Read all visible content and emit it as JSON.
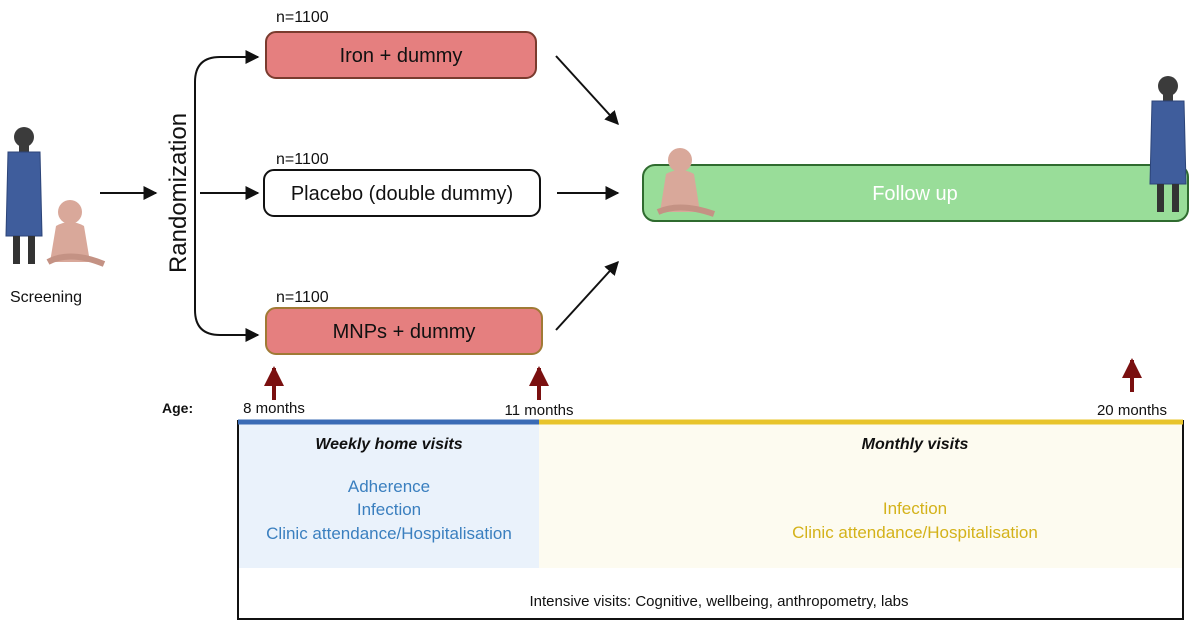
{
  "screening": {
    "label": "Screening"
  },
  "randomization": {
    "label": "Randomization"
  },
  "arms": [
    {
      "n": "n=1100",
      "label": "Iron + dummy",
      "fill": "#e57f7f",
      "stroke": "#7a3b2e"
    },
    {
      "n": "n=1100",
      "label": "Placebo (double dummy)",
      "fill": "#ffffff",
      "stroke": "#111111"
    },
    {
      "n": "n=1100",
      "label": "MNPs + dummy",
      "fill": "#e57f7f",
      "stroke": "#a07a35"
    }
  ],
  "follow_up": {
    "label": "Follow up",
    "fill": "#99dd99",
    "stroke": "#2f6b2f"
  },
  "timeline": {
    "age_label": "Age:",
    "points": [
      "8 months",
      "11 months",
      "20 months"
    ],
    "marker_color": "#7a1010",
    "phase1_color": "#3a6bb5",
    "phase2_color": "#e8c42b"
  },
  "weekly": {
    "title": "Weekly home visits",
    "items": [
      "Adherence",
      "Infection",
      "Clinic attendance/Hospitalisation"
    ],
    "text_color": "#3a7fbf",
    "bg": "#eaf2fb"
  },
  "monthly": {
    "title": "Monthly visits",
    "items": [
      "Infection",
      "Clinic attendance/Hospitalisation"
    ],
    "text_color": "#d4b21a",
    "bg": "#fdfbf0"
  },
  "intensive": {
    "label": "Intensive visits: Cognitive, wellbeing, anthropometry, labs"
  },
  "colors": {
    "coat": "#3f5d9c",
    "skin_dark": "#3b3b3b",
    "baby": "#d9a89a"
  }
}
